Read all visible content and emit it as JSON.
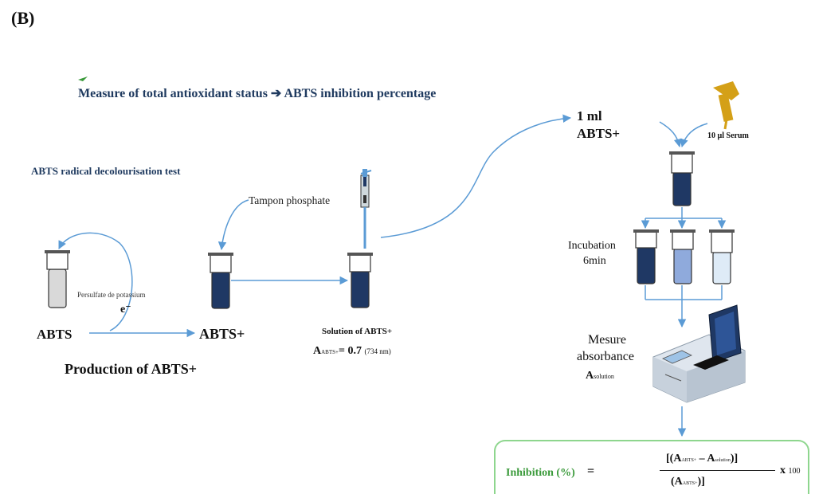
{
  "panel_label": "(B)",
  "headline": "Measure of total antioxidant status ➔ ABTS inhibition percentage",
  "test_title": "ABTS radical decolourisation test",
  "reagents": {
    "tampon": "Tampon phosphate",
    "persulfate": "Persulfate de potassium",
    "electron": "e⁻",
    "volume_a": "1 ml",
    "volume_b": "ABTS+",
    "serum": "10 µl Serum"
  },
  "species": {
    "abts": "ABTS",
    "abts_plus": "ABTS+",
    "production": "Production of ABTS+"
  },
  "solution": {
    "label": "Solution of ABTS+",
    "abs_symbol": "A",
    "abs_sub": "ABTS+",
    "abs_value": "= 0.7",
    "wavelength": "(734 nm)"
  },
  "incubation": {
    "line1": "Incubation",
    "line2": "6min"
  },
  "measure": {
    "line1": "Mesure",
    "line2": "absorbance",
    "symbol": "A",
    "sub": "solution"
  },
  "formula": {
    "label": "Inhibition (%)",
    "equals": "=",
    "num_open": "[(A",
    "num_sub1": "ABTS+",
    "num_minus": " – A",
    "num_sub2": "solution",
    "num_close": ")]",
    "den_open": "(A",
    "den_sub": "ABTS+",
    "den_close": ")]",
    "times": "x",
    "hundred": "100"
  },
  "colors": {
    "arrow": "#5b9bd5",
    "dark_liquid": "#1f3864",
    "medium_liquid": "#8faadc",
    "light_liquid": "#deebf7",
    "grey_liquid": "#d9d9d9",
    "formula_border": "#8ed68e",
    "formula_label": "#3a9a3a",
    "pipette_tip": "#d4a017"
  }
}
